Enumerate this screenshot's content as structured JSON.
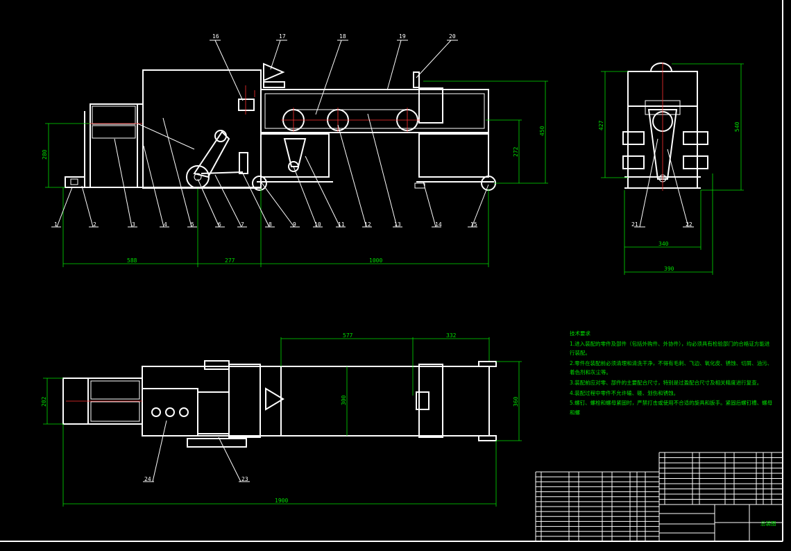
{
  "drawing": {
    "part_labels": [
      "1",
      "2",
      "3",
      "4",
      "5",
      "6",
      "7",
      "8",
      "9",
      "10",
      "11",
      "12",
      "13",
      "14",
      "15",
      "16",
      "17",
      "18",
      "19",
      "20",
      "21",
      "22",
      "23",
      "24"
    ],
    "front_view": {
      "dims": {
        "d1": "588",
        "d2": "277",
        "d3": "1000",
        "h_left": "280",
        "h_mid": "272",
        "h_total": "450"
      }
    },
    "side_view": {
      "dims": {
        "h_left": "427",
        "h_right": "540",
        "w_inner": "340",
        "w_outer": "390"
      }
    },
    "top_view": {
      "dims": {
        "top1": "577",
        "top2": "332",
        "w_left": "202",
        "w_mid": "300",
        "w_right": "360",
        "length": "1900"
      }
    },
    "notes": {
      "title": "技术要求",
      "lines": [
        "1.进入装配的零件及部件（包括外购件、外协件），均必须具有检验部门的合格证方能进",
        "行装配。",
        "2.零件在装配前必须清理和清洗干净，不得有毛刺、飞边、氧化皮、锈蚀、切屑、油污、",
        "着色剂和灰尘等。",
        "3.装配前应对零、部件的主要配合尺寸，特别是过盈配合尺寸及相关精度进行复查。",
        "4.装配过程中零件不允许磕、碰、划伤和锈蚀。",
        "5.螺钉、螺栓和螺母紧固时，严禁打击或使用不合适的旋具和扳手。紧固后螺钉槽、螺母",
        "和螺"
      ]
    },
    "title_block": {
      "drawing_no": "总装图"
    }
  }
}
